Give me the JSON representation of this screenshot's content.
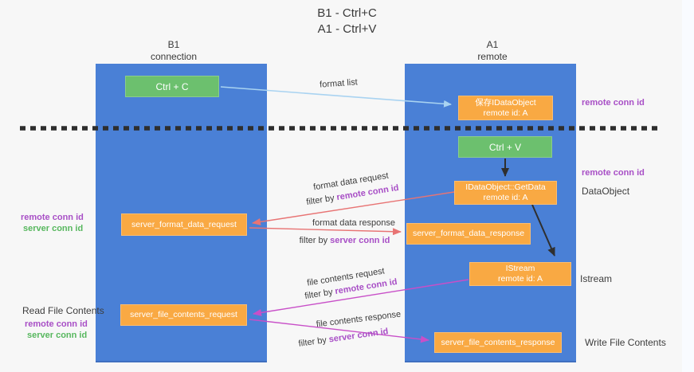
{
  "title": {
    "line1": "B1 - Ctrl+C",
    "line2": "A1 - Ctrl+V"
  },
  "columns": {
    "left": {
      "name": "B1",
      "role": "connection"
    },
    "right": {
      "name": "A1",
      "role": "remote"
    }
  },
  "boxes": {
    "ctrl_c": "Ctrl + C",
    "ctrl_v": "Ctrl + V",
    "save_dataobject": {
      "line1": "保存IDataObject",
      "line2": "remote id: A"
    },
    "getdata": {
      "line1": "IDataObject::GetData",
      "line2": "remote id: A"
    },
    "istream": {
      "line1": "IStream",
      "line2": "remote id: A"
    },
    "format_request": "server_format_data_request",
    "format_response": "server_format_data_response",
    "file_request": "server_file_contents_request",
    "file_response": "server_file_contents_response"
  },
  "arrow_labels": {
    "format_list": "format list",
    "format_data_request": "format data request",
    "format_data_response": "format data response",
    "file_contents_request": "file contents request",
    "file_contents_response": "file contents response",
    "filter_by": "filter by",
    "remote_conn_id": "remote conn id",
    "server_conn_id": "server conn id"
  },
  "side_labels": {
    "remote_conn_id": "remote conn id",
    "server_conn_id": "server conn id",
    "dataobject": "DataObject",
    "istream": "Istream",
    "read_file_contents": "Read File Contents",
    "write_file_contents": "Write File Contents"
  },
  "colors": {
    "background": "#f7f7f7",
    "column_fill": "#4a80d6",
    "green_box": "#6cc06e",
    "orange_box": "#f9a943",
    "blue_arrow": "#a9d3f1",
    "black_arrow": "#2f2f2f",
    "red_arrow": "#e87474",
    "magenta_arrow": "#c84fc8",
    "purple_label": "#a84fc6",
    "green_label": "#57b75e",
    "text": "#3c3c3c"
  }
}
